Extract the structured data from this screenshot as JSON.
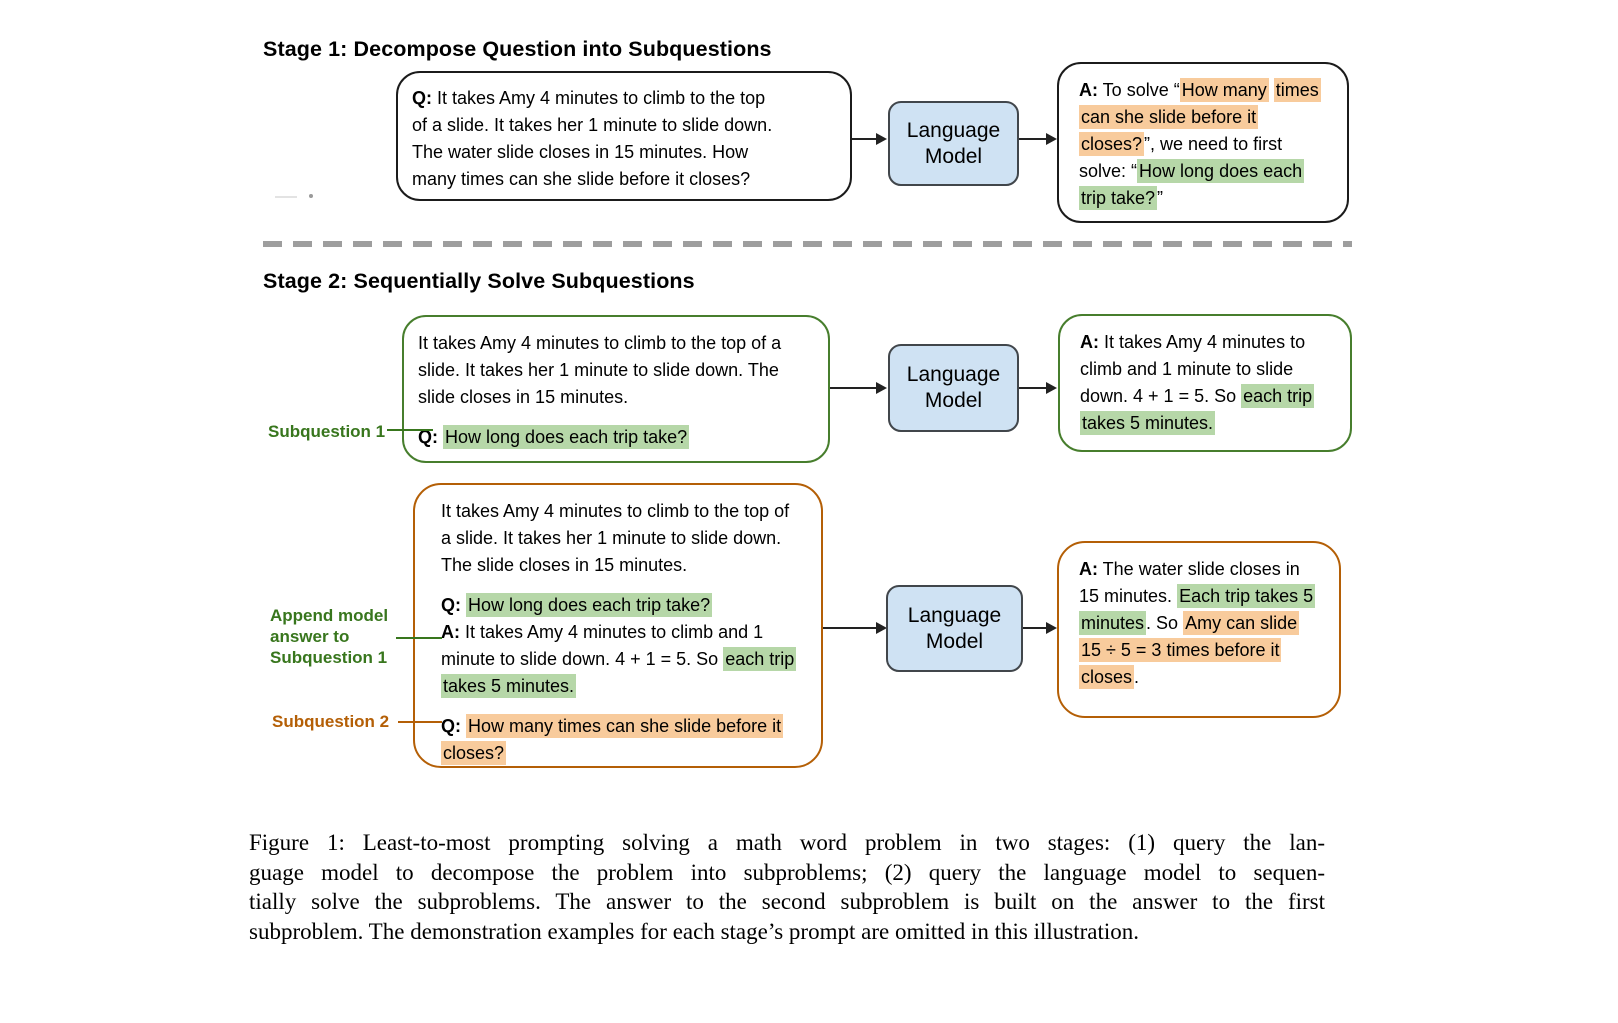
{
  "stage1": {
    "title": "Stage 1: Decompose Question into Subquestions",
    "question_box": {
      "paragraphs": [
        [
          [
            [
              "Q:",
              "b"
            ],
            [
              " It takes Amy 4 minutes to climb to the top",
              ""
            ]
          ],
          [
            [
              "of a slide. It takes her 1 minute to slide down.",
              ""
            ]
          ],
          [
            [
              "The water slide closes in 15 minutes. How",
              ""
            ]
          ],
          [
            [
              "many times can she slide before it closes?",
              ""
            ]
          ]
        ]
      ]
    },
    "answer_box": {
      "paragraphs": [
        [
          [
            [
              "A:",
              "b"
            ],
            [
              " To solve “",
              ""
            ],
            [
              "How many",
              "o"
            ],
            [
              " ",
              ""
            ],
            [
              "times",
              "o"
            ]
          ],
          [
            [
              "can she slide before it",
              "o"
            ]
          ],
          [
            [
              "closes?",
              "o"
            ],
            [
              "”, we need to first",
              ""
            ]
          ],
          [
            [
              "solve: “",
              ""
            ],
            [
              "How long does each",
              "g"
            ]
          ],
          [
            [
              "trip take?",
              "g"
            ],
            [
              "”",
              ""
            ]
          ]
        ]
      ]
    }
  },
  "stage2": {
    "title": "Stage 2: Sequentially Solve Subquestions",
    "labels": {
      "subquestion1": "Subquestion 1",
      "append": "Append model\nanswer to\nSubquestion 1",
      "subquestion2": "Subquestion 2"
    },
    "row1": {
      "prompt_box": {
        "paragraphs": [
          [
            [
              [
                "It takes Amy 4 minutes to climb to the top of a",
                ""
              ]
            ],
            [
              [
                "slide. It takes her 1 minute to slide down. The",
                ""
              ]
            ],
            [
              [
                "slide closes in 15 minutes.",
                ""
              ]
            ]
          ],
          [
            [
              [
                "Q:",
                "b"
              ],
              [
                " ",
                ""
              ],
              [
                "How long does each trip take?",
                "g"
              ]
            ]
          ]
        ]
      },
      "answer_box": {
        "paragraphs": [
          [
            [
              [
                "A:",
                "b"
              ],
              [
                " It takes Amy 4 minutes to",
                ""
              ]
            ],
            [
              [
                "climb and 1 minute to slide",
                ""
              ]
            ],
            [
              [
                "down. 4 + 1 = 5. So ",
                ""
              ],
              [
                "each trip",
                "g"
              ]
            ],
            [
              [
                "takes 5 minutes.",
                "g"
              ]
            ]
          ]
        ]
      }
    },
    "row2": {
      "prompt_box": {
        "paragraphs": [
          [
            [
              [
                "It takes Amy 4 minutes to climb to the top of",
                ""
              ]
            ],
            [
              [
                "a slide. It takes her 1 minute to slide down.",
                ""
              ]
            ],
            [
              [
                "The slide closes in 15 minutes.",
                ""
              ]
            ]
          ],
          [
            [
              [
                "Q:",
                "b"
              ],
              [
                " ",
                ""
              ],
              [
                "How long does each trip take?",
                "g"
              ]
            ],
            [
              [
                "A:",
                "b"
              ],
              [
                " It takes Amy 4 minutes to climb and 1",
                ""
              ]
            ],
            [
              [
                "minute to slide down. 4 + 1 = 5. So ",
                ""
              ],
              [
                "each trip",
                "g"
              ]
            ],
            [
              [
                "takes 5 minutes.",
                "g"
              ]
            ]
          ],
          [
            [
              [
                "Q:",
                "b"
              ],
              [
                " ",
                ""
              ],
              [
                "How many times can she slide before it",
                "o"
              ]
            ],
            [
              [
                "closes?",
                "o"
              ]
            ]
          ]
        ]
      },
      "answer_box": {
        "paragraphs": [
          [
            [
              [
                "A:",
                "b"
              ],
              [
                " The water slide closes in",
                ""
              ]
            ],
            [
              [
                "15 minutes. ",
                ""
              ],
              [
                "Each trip takes 5",
                "g"
              ]
            ],
            [
              [
                "minutes",
                "g"
              ],
              [
                ". So ",
                ""
              ],
              [
                "Amy can slide",
                "o"
              ]
            ],
            [
              [
                "15 ÷ 5 = 3 times before it",
                "o"
              ]
            ],
            [
              [
                "closes",
                "o"
              ],
              [
                ".",
                ""
              ]
            ]
          ]
        ]
      }
    }
  },
  "language_model": {
    "label": "Language\nModel"
  },
  "caption": {
    "lines": [
      "Figure 1: Least-to-most prompting solving a math word problem in two stages: (1) query the lan-",
      "guage model to decompose the problem into subproblems; (2) query the language model to sequen-",
      "tially solve the subproblems. The answer to the second subproblem is built on the answer to the first",
      "subproblem. The demonstration examples for each stage’s prompt are omitted in this illustration."
    ]
  },
  "colors": {
    "highlight_green": "#b6d7a8",
    "highlight_orange": "#f8cb9c",
    "green_accent": "#38761d",
    "green_border": "#477e2d",
    "orange_accent": "#b45f06",
    "language_model_fill": "#cfe2f3",
    "divider_gray": "#9e9e9e"
  }
}
